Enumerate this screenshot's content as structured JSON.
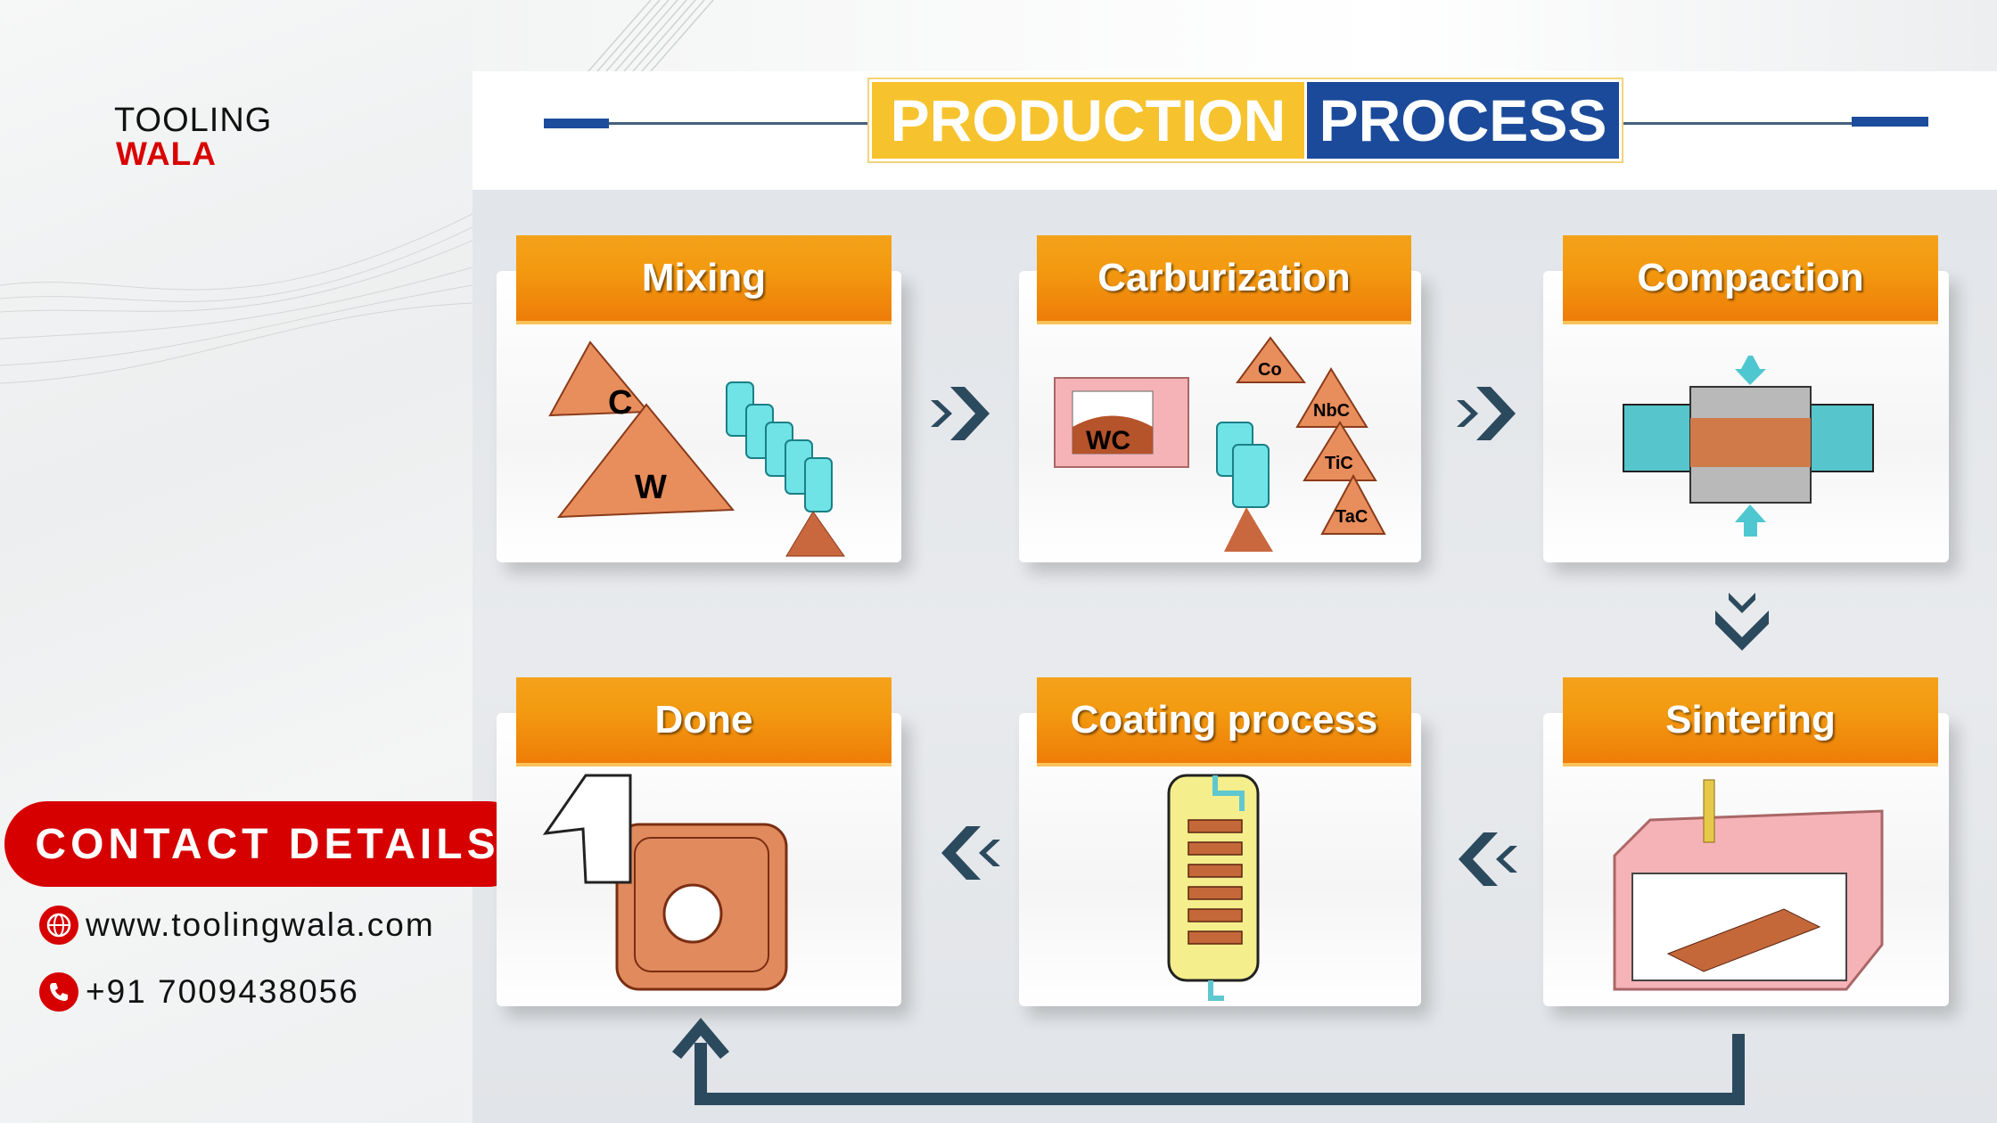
{
  "logo": {
    "line1": "TOOLING",
    "line2": "WALA"
  },
  "contact": {
    "heading": "CONTACT DETAILS",
    "website": "www.toolingwala.com",
    "phone": "+91 7009438056",
    "icons": [
      "globe-icon",
      "phone-icon"
    ]
  },
  "title": {
    "part1": "PRODUCTION",
    "part2": "PROCESS"
  },
  "colors": {
    "red": "#d60000",
    "yellow": "#f6c32e",
    "blue": "#1b4a9a",
    "orange": "#f39a10",
    "chevron": "#2c4a5e"
  },
  "steps": [
    {
      "label": "Mixing",
      "labels": [
        "C",
        "W"
      ]
    },
    {
      "label": "Carburization",
      "labels": [
        "WC",
        "Co",
        "NbC",
        "TiC",
        "TaC"
      ]
    },
    {
      "label": "Compaction"
    },
    {
      "label": "Sintering"
    },
    {
      "label": "Coating process"
    },
    {
      "label": "Done"
    }
  ]
}
